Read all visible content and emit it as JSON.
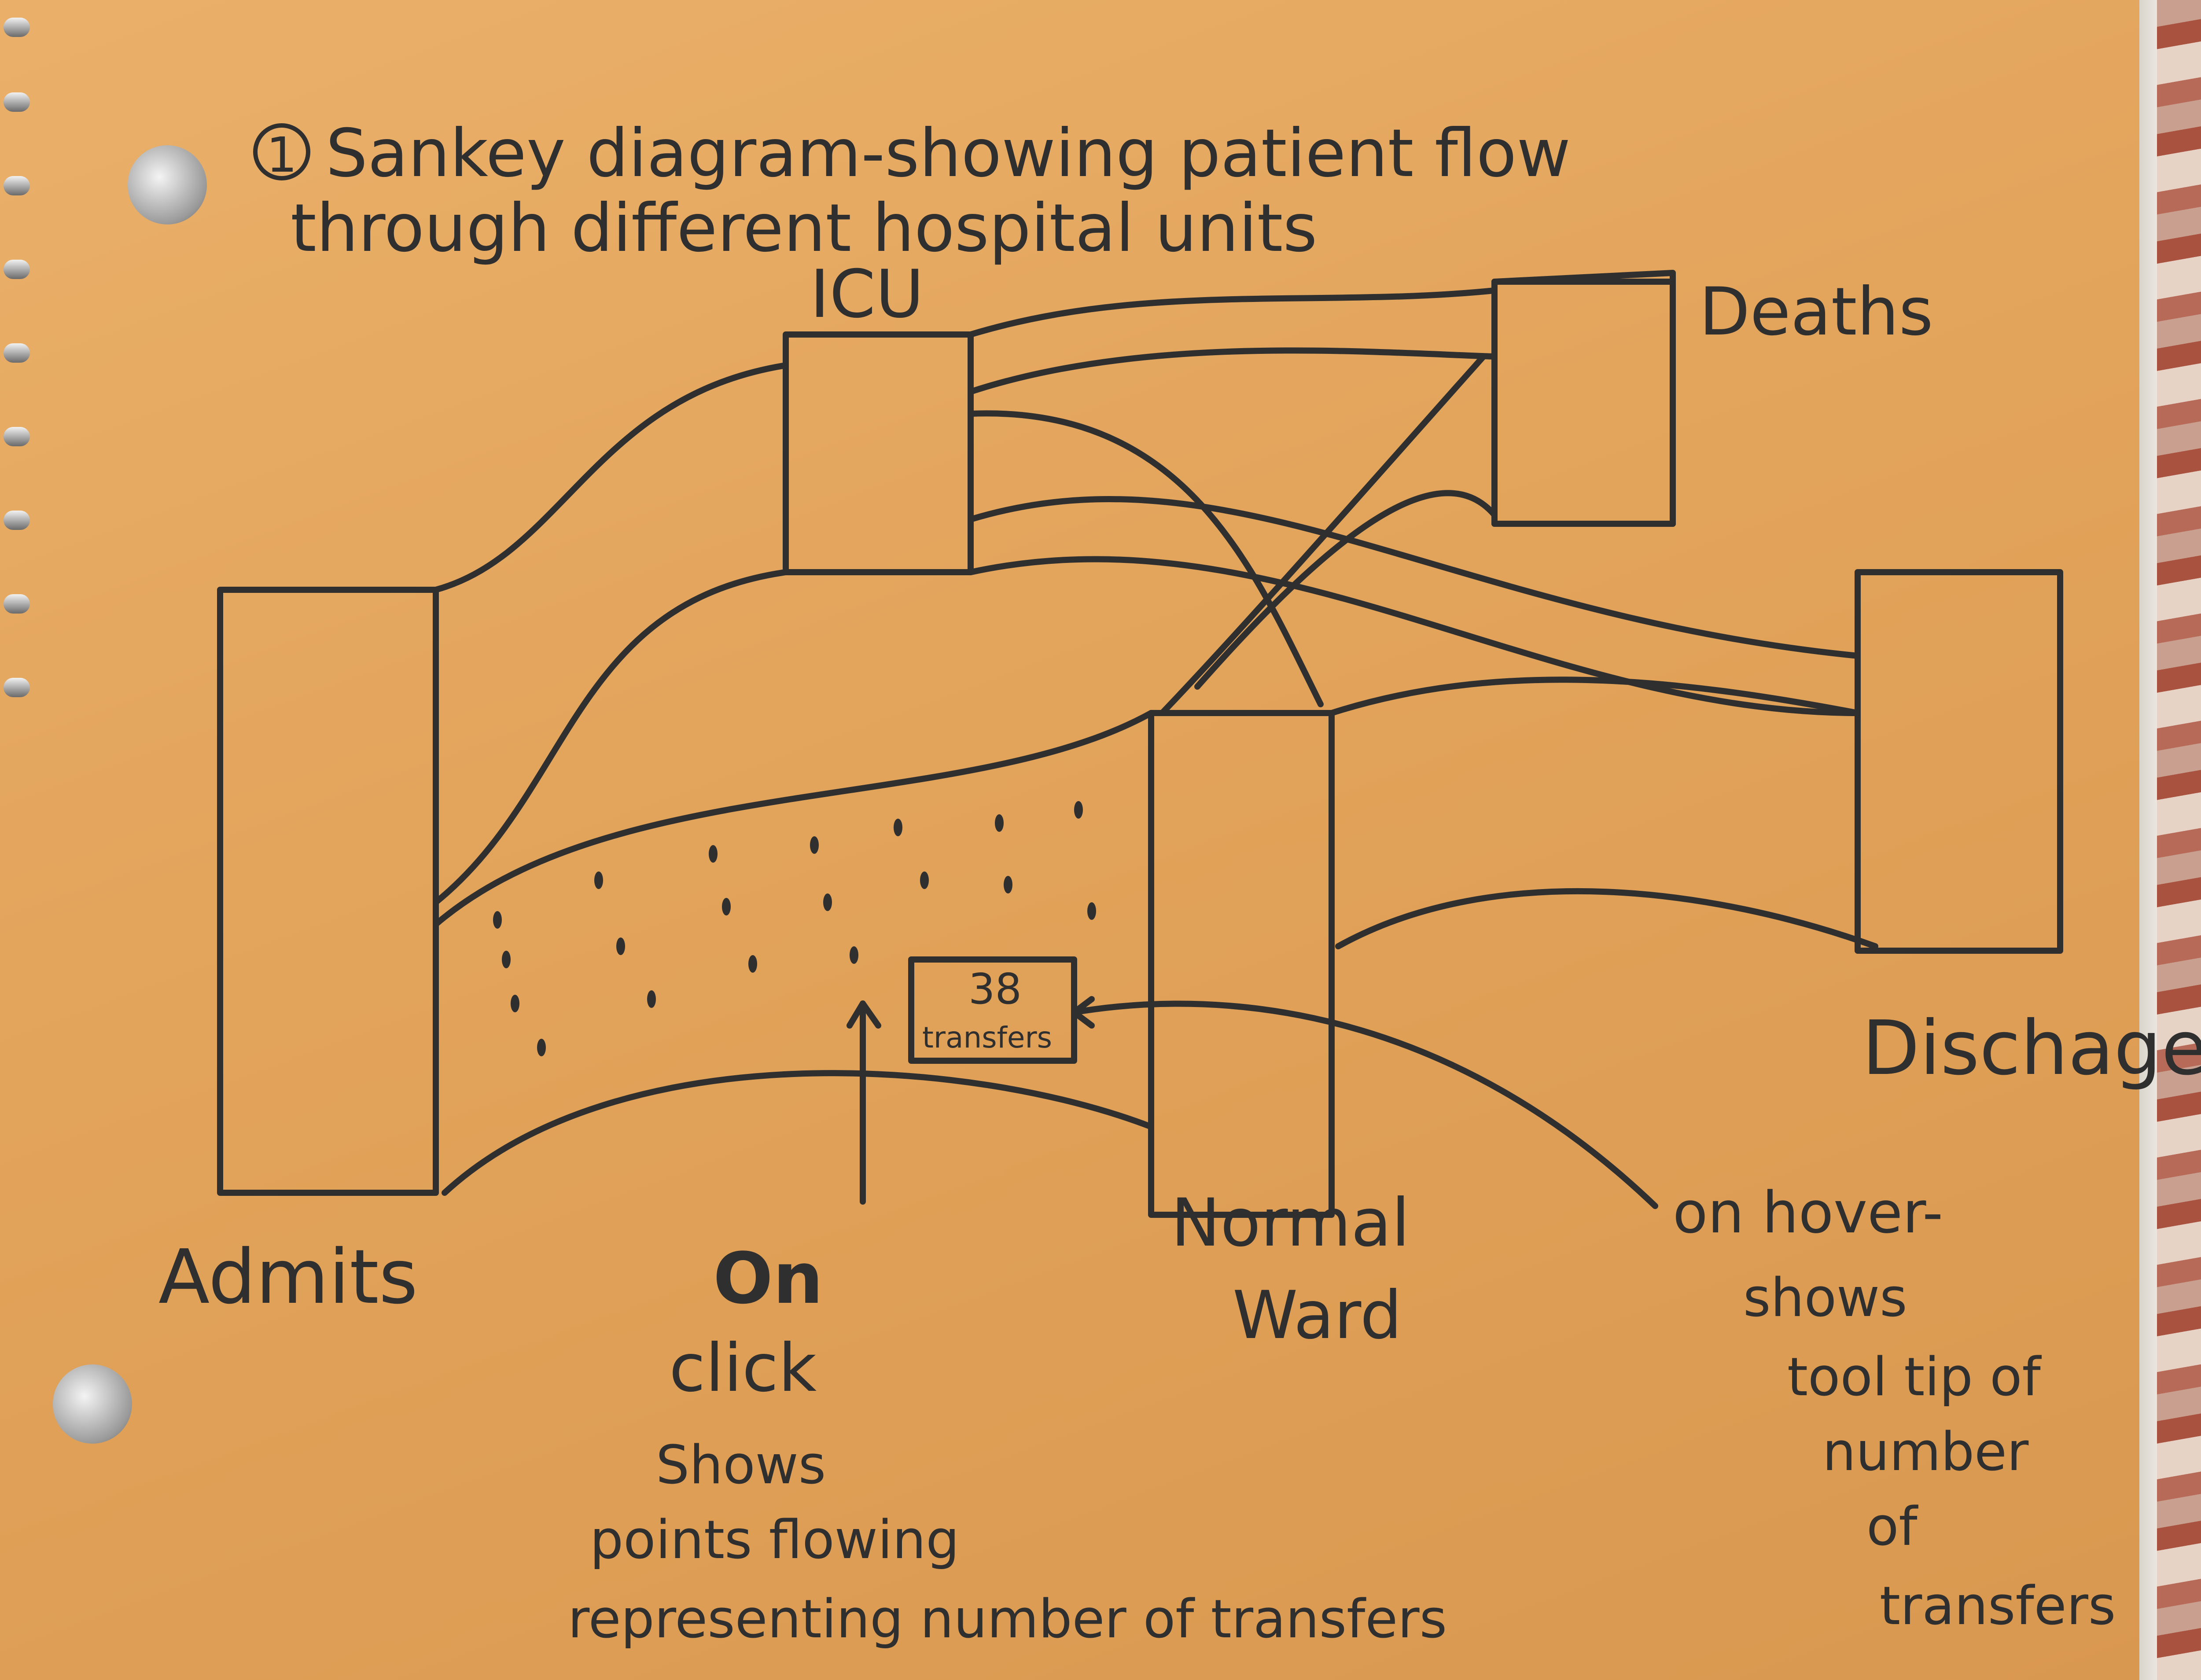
{
  "title": {
    "number": "1",
    "line1": "Sankey diagram-showing patient flow",
    "line2": "through different hospital units"
  },
  "nodes": {
    "icu": "ICU",
    "deaths": "Deaths",
    "admits": "Admits",
    "normal_ward": [
      "Normal",
      "Ward"
    ],
    "discharge": "Dischage"
  },
  "tooltip": {
    "value": "38",
    "label": "transfers"
  },
  "annotations": {
    "on_click": {
      "heading": [
        "On",
        "click"
      ],
      "text": [
        "Shows",
        "points flowing",
        "representing number of transfers"
      ]
    },
    "on_hover": [
      "on hover-",
      "shows",
      "tool tip of",
      "number",
      "of",
      "transfers"
    ]
  },
  "colors": {
    "paper": "#e3a55c",
    "ink": "#2f2f2f"
  }
}
